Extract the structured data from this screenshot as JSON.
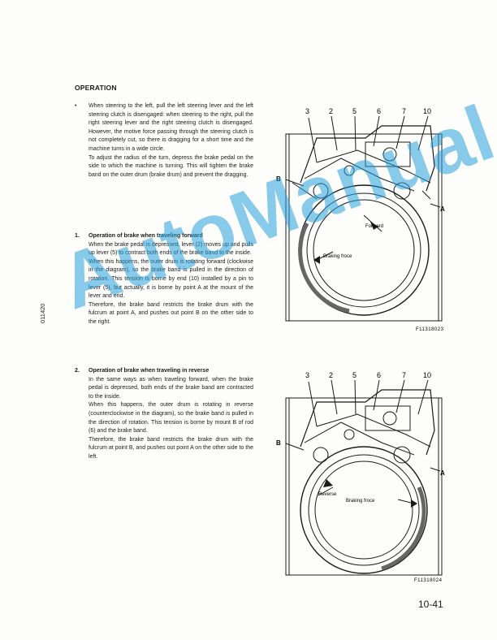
{
  "heading": "OPERATION",
  "bullet": {
    "mark": "•",
    "p1": "When steering to the left, pull the left steering lever and the left steering clutch is disengaged: when steering to the right, pull the right steering lever and the right steering clutch is disengaged. However, the motive force passing through the steering clutch is not completely cut, so there is dragging for a short time and the machine turns in a wide circle.",
    "p2": "To adjust the radius of the turn, depress the brake pedal on the side to which the machine is turning. This will tighten the brake band on the outer drum (brake drum) and prevent the dragging."
  },
  "section1": {
    "num": "1.",
    "title": "Operation of brake when traveling forward",
    "p1": "When the brake pedal is depressed, lever (2) moves up and pulls up lever (5) to contract both ends of the brake band to the inside.",
    "p2": "When this happens, the outer drum is rotating forward (clockwise in the diagram), so the brake band is pulled in the direction of rotation. This tension is borne by end (10) installed by a pin to lever (5), but actually, it is borne by point A at the mount of the lever and end.",
    "p3": "Therefore, the brake band restricts the brake drum with the fulcrum at point A, and pushes out point B on the other side to the right."
  },
  "section2": {
    "num": "2.",
    "title": "Operation of brake when traveling in reverse",
    "p1": "In the same ways as when traveling forward, when the brake pedal is depressed, both ends of the brake band are contracted to the inside.",
    "p2": "When this happens, the outer drum is rotating in reverse (counterclockwise in the diagram), so the brake band is pulled in the direction of rotation. This tension is borne by mount B of rod (6) and the brake band.",
    "p3": "Therefore, the brake band restricts the brake drum with the fulcrum at point B, and pushes out point A on the other side to the left."
  },
  "side_code": "011420",
  "page_number": "10-41",
  "watermark": "AutoManual",
  "figure1": {
    "callouts": [
      "3",
      "2",
      "5",
      "6",
      "7",
      "10"
    ],
    "point_b": "B",
    "point_a": "A",
    "direction": "Forward",
    "force": "Braking froce",
    "code": "F11318023"
  },
  "figure2": {
    "callouts": [
      "3",
      "2",
      "5",
      "6",
      "7",
      "10"
    ],
    "point_b": "B",
    "point_a": "A",
    "direction": "Reverse",
    "force": "Braking froce",
    "code": "F11318024"
  },
  "colors": {
    "ink": "#1a1a1a",
    "watermark": "#28a0dc"
  }
}
